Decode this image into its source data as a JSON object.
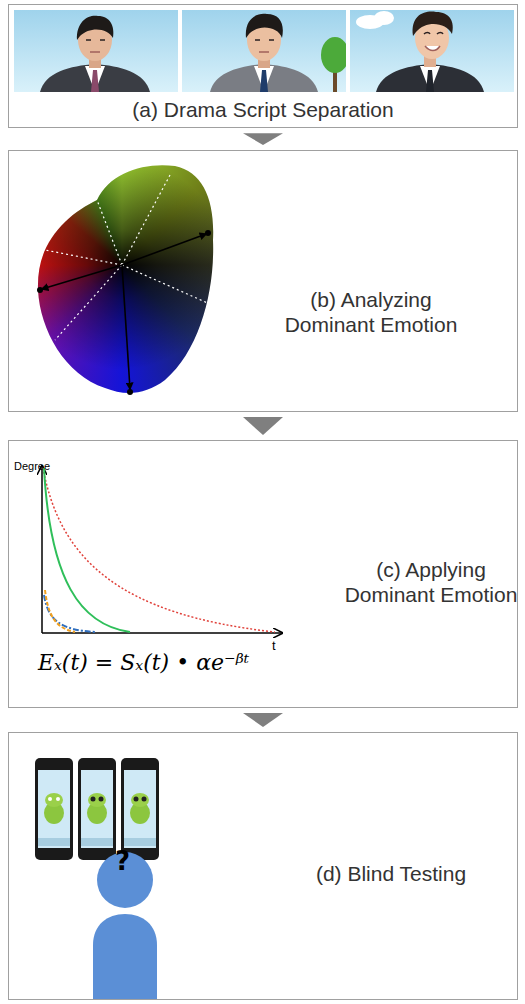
{
  "diagram": {
    "nodes": [
      {
        "text": [
          "(a) Drama Script Separation"
        ]
      },
      {
        "text": [
          "(b) Analyzing Dominant Emotion"
        ]
      },
      {
        "text": [
          "(c) Applying Dominant Emotion"
        ]
      },
      {
        "text": [
          "(d) Blind Testing"
        ]
      }
    ],
    "edges": [
      {
        "from": 0,
        "to": 1,
        "arrow": "to"
      },
      {
        "from": 1,
        "to": 2,
        "arrow": "to"
      },
      {
        "from": 2,
        "to": 3,
        "arrow": "to"
      }
    ],
    "labels": [
      "Degree",
      "t",
      "Eₓ(t) = Sₓ(t) • αe⁻ᵝᵗ",
      "?"
    ]
  }
}
